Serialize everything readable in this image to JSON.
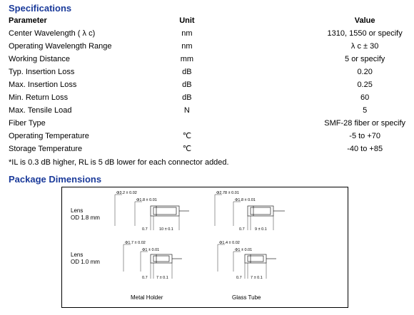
{
  "specifications": {
    "title": "Specifications",
    "headers": {
      "parameter": "Parameter",
      "unit": "Unit",
      "value": "Value"
    },
    "rows": [
      {
        "parameter": "Center Wavelength ( λ c)",
        "unit": "nm",
        "value": "1310, 1550 or specify"
      },
      {
        "parameter": "Operating Wavelength Range",
        "unit": "nm",
        "value": "λ c ± 30"
      },
      {
        "parameter": "Working Distance",
        "unit": "mm",
        "value": "5  or specify"
      },
      {
        "parameter": "Typ. Insertion Loss",
        "unit": "dB",
        "value": "0.20"
      },
      {
        "parameter": "Max. Insertion Loss",
        "unit": "dB",
        "value": "0.25"
      },
      {
        "parameter": "Min. Return Loss",
        "unit": "dB",
        "value": "60"
      },
      {
        "parameter": "Max. Tensile Load",
        "unit": "N",
        "value": "5"
      },
      {
        "parameter": "Fiber Type",
        "unit": "",
        "value": "SMF-28 fiber or specify"
      },
      {
        "parameter": "Operating Temperature",
        "unit": "℃",
        "value": "-5 to +70"
      },
      {
        "parameter": "Storage Temperature",
        "unit": "℃",
        "value": "-40 to +85"
      }
    ],
    "footnote": "*IL is 0.3 dB higher, RL is 5 dB lower for each connector added."
  },
  "package": {
    "title": "Package Dimensions",
    "row_labels": [
      {
        "line1": "Lens",
        "line2": "OD 1.8 mm"
      },
      {
        "line1": "Lens",
        "line2": "OD 1.0 mm"
      }
    ],
    "column_labels": {
      "metal": "Metal Holder",
      "glass": "Glass Tube"
    },
    "drawings": {
      "metal_18": {
        "outer_dia": "Φ3.2 ± 0.02",
        "inner_dia": "Φ1.8 ± 0.01",
        "short_len": "0.7",
        "body_len": "10 ± 0.1"
      },
      "glass_18": {
        "outer_dia": "Φ2.78 ± 0.01",
        "inner_dia": "Φ1.8 ± 0.01",
        "short_len": "0.7",
        "body_len": "9 ± 0.1"
      },
      "metal_10": {
        "outer_dia": "Φ1.7 ± 0.02",
        "inner_dia": "Φ1 ± 0.01",
        "short_len": "0.7",
        "body_len": "7 ± 0.1"
      },
      "glass_10": {
        "outer_dia": "Φ1.4 ± 0.02",
        "inner_dia": "Φ1 ± 0.01",
        "short_len": "0.7",
        "body_len": "7 ± 0.1"
      }
    }
  }
}
